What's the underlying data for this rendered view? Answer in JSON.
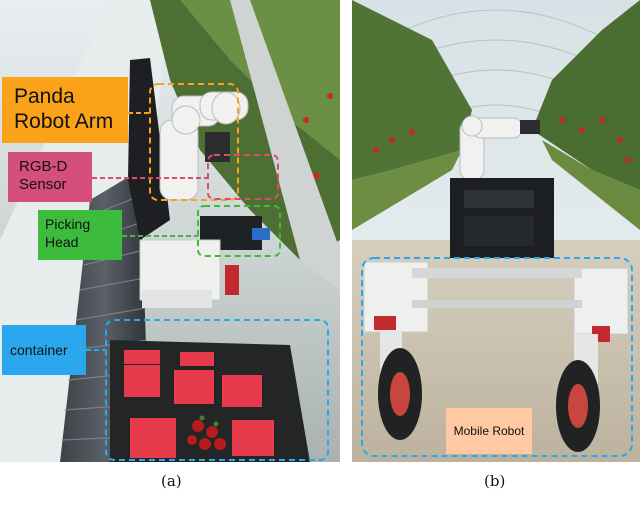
{
  "figure": {
    "panel_a": {
      "caption": "(a)",
      "labels": {
        "panda_arm": "Panda\nRobot Arm",
        "rgbd_sensor": "RGB-D\nSensor",
        "picking_head": "Picking\nHead",
        "container": "container"
      }
    },
    "panel_b": {
      "caption": "(b)",
      "labels": {
        "mobile_robot": "Mobile Robot"
      }
    }
  },
  "colors": {
    "panda_label": "#f9a21a",
    "rgbd_label": "#d4507a",
    "rgbd_box": "#e04a6c",
    "picking_label": "#3dbb3d",
    "picking_box": "#3dbb3d",
    "container_label": "#2aa7ee",
    "container_box": "#2aa7ee",
    "panda_box": "#f9a21a",
    "mobile_label": "#ffc9a3",
    "mobile_box": "#2aa7ee"
  }
}
